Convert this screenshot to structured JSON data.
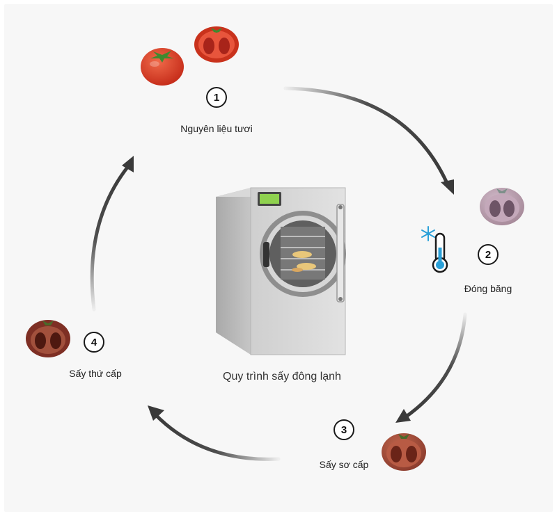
{
  "title": "Quy trình sấy đông lạnh",
  "steps": [
    {
      "number": "1",
      "label": "Nguyên liệu tươi"
    },
    {
      "number": "2",
      "label": "Đóng băng"
    },
    {
      "number": "3",
      "label": "Sấy sơ cấp"
    },
    {
      "number": "4",
      "label": "Sấy thứ cấp"
    }
  ],
  "icons": [
    "tomato-whole-icon",
    "tomato-half-icon",
    "frozen-tomato-icon",
    "thermometer-icon",
    "snowflake-icon",
    "dried-tomato-icon",
    "freeze-dryer-machine"
  ],
  "colors": {
    "fresh_tomato": "#d83a24",
    "frozen_tomato": "#b89aa8",
    "dried_tomato": "#a34a3a",
    "arrow": "#3a3a3a",
    "snowflake": "#2aa0d8"
  }
}
